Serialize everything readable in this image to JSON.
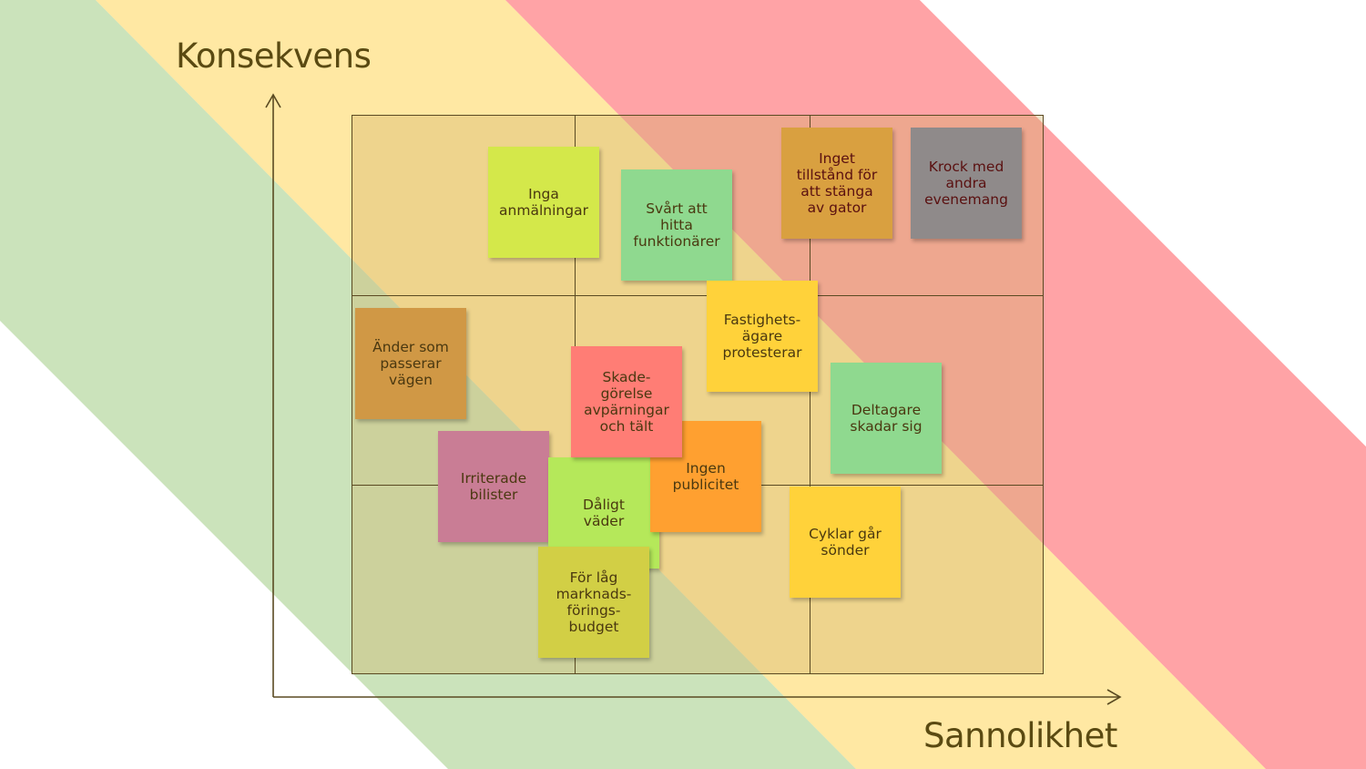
{
  "axes": {
    "y_label": "Konsekvens",
    "x_label": "Sannolikhet"
  },
  "zone_colors": {
    "green": "#a8d08d",
    "yellow": "#ffd966",
    "red": "#ff7c80"
  },
  "notes": [
    {
      "text": "Inga\nanmälningar",
      "color": "#d4e84a"
    },
    {
      "text": "Svårt att\nhitta\nfunktionärer",
      "color": "#8fd98f"
    },
    {
      "text": "Inget\ntillstånd för\natt stänga\nav gator",
      "color": "#d9a040",
      "text_color": "#5a1010"
    },
    {
      "text": "Krock med\nandra\nevenemang",
      "color": "#8f8a8a",
      "text_color": "#5a1010"
    },
    {
      "text": "Änder som\npasserar\nvägen",
      "color": "#d09845"
    },
    {
      "text": "Fastighets-\nägare\nprotesterar",
      "color": "#ffd23a"
    },
    {
      "text": "Skade-\ngörelse\navpärningar\noch tält",
      "color": "#ff7d75"
    },
    {
      "text": "Deltagare\nskadar sig",
      "color": "#8fd98f"
    },
    {
      "text": "Irriterade\nbilister",
      "color": "#c97d95"
    },
    {
      "text": "Ingen\npublicitet",
      "color": "#ffa030"
    },
    {
      "text": "Dåligt\nväder",
      "color": "#b5e85a"
    },
    {
      "text": "Cyklar går\nsönder",
      "color": "#ffd23a"
    },
    {
      "text": "För låg\nmarknads-\nförings-\nbudget",
      "color": "#d2cf45"
    }
  ]
}
